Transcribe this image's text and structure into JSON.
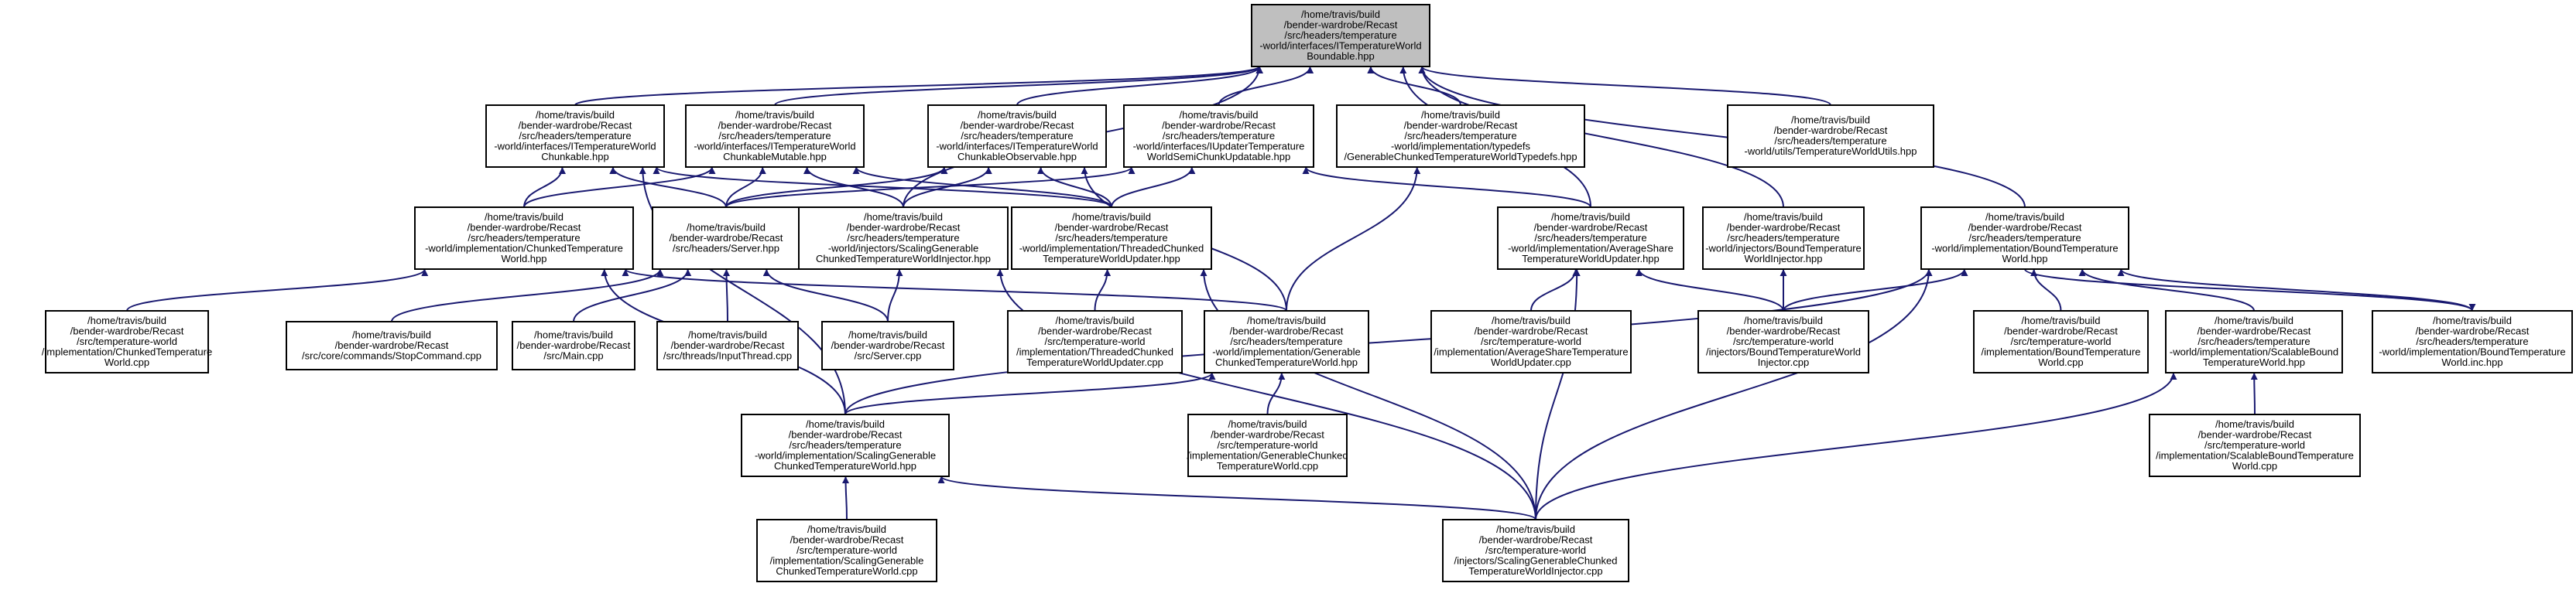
{
  "nodes": [
    {
      "id": "root",
      "lines": [
        "/home/travis/build",
        "/bender-wardrobe/Recast",
        "/src/headers/temperature",
        "-world/interfaces/ITemperatureWorld",
        "Boundable.hpp"
      ]
    },
    {
      "id": "chunkable_h",
      "lines": [
        "/home/travis/build",
        "/bender-wardrobe/Recast",
        "/src/headers/temperature",
        "-world/interfaces/ITemperatureWorld",
        "Chunkable.hpp"
      ]
    },
    {
      "id": "chunkable_mutable_h",
      "lines": [
        "/home/travis/build",
        "/bender-wardrobe/Recast",
        "/src/headers/temperature",
        "-world/interfaces/ITemperatureWorld",
        "ChunkableMutable.hpp"
      ]
    },
    {
      "id": "chunkable_observable_h",
      "lines": [
        "/home/travis/build",
        "/bender-wardrobe/Recast",
        "/src/headers/temperature",
        "-world/interfaces/ITemperatureWorld",
        "ChunkableObservable.hpp"
      ]
    },
    {
      "id": "semichunk_updatable_h",
      "lines": [
        "/home/travis/build",
        "/bender-wardrobe/Recast",
        "/src/headers/temperature",
        "-world/interfaces/IUpdaterTemperature",
        "WorldSemiChunkUpdatable.hpp"
      ]
    },
    {
      "id": "typedefs_h",
      "lines": [
        "/home/travis/build",
        "/bender-wardrobe/Recast",
        "/src/headers/temperature",
        "-world/implementation/typedefs",
        "/GenerableChunkedTemperatureWorldTypedefs.hpp"
      ]
    },
    {
      "id": "utils_h",
      "lines": [
        "/home/travis/build",
        "/bender-wardrobe/Recast",
        "/src/headers/temperature",
        "-world/utils/TemperatureWorldUtils.hpp"
      ]
    },
    {
      "id": "chunked_world_h",
      "lines": [
        "/home/travis/build",
        "/bender-wardrobe/Recast",
        "/src/headers/temperature",
        "-world/implementation/ChunkedTemperature",
        "World.hpp"
      ]
    },
    {
      "id": "server_h",
      "lines": [
        "/home/travis/build",
        "/bender-wardrobe/Recast",
        "/src/headers/Server.hpp"
      ]
    },
    {
      "id": "scaling_injector_h",
      "lines": [
        "/home/travis/build",
        "/bender-wardrobe/Recast",
        "/src/headers/temperature",
        "-world/injectors/ScalingGenerable",
        "ChunkedTemperatureWorldInjector.hpp"
      ]
    },
    {
      "id": "threaded_updater_h",
      "lines": [
        "/home/travis/build",
        "/bender-wardrobe/Recast",
        "/src/headers/temperature",
        "-world/implementation/ThreadedChunked",
        "TemperatureWorldUpdater.hpp"
      ]
    },
    {
      "id": "avgshare_updater_h",
      "lines": [
        "/home/travis/build",
        "/bender-wardrobe/Recast",
        "/src/headers/temperature",
        "-world/implementation/AverageShare",
        "TemperatureWorldUpdater.hpp"
      ]
    },
    {
      "id": "bound_injector_h",
      "lines": [
        "/home/travis/build",
        "/bender-wardrobe/Recast",
        "/src/headers/temperature",
        "-world/injectors/BoundTemperature",
        "WorldInjector.hpp"
      ]
    },
    {
      "id": "bound_world_h",
      "lines": [
        "/home/travis/build",
        "/bender-wardrobe/Recast",
        "/src/headers/temperature",
        "-world/implementation/BoundTemperature",
        "World.hpp"
      ]
    },
    {
      "id": "chunked_world_cpp",
      "lines": [
        "/home/travis/build",
        "/bender-wardrobe/Recast",
        "/src/temperature-world",
        "/implementation/ChunkedTemperature",
        "World.cpp"
      ]
    },
    {
      "id": "stopcommand_cpp",
      "lines": [
        "/home/travis/build",
        "/bender-wardrobe/Recast",
        "/src/core/commands/StopCommand.cpp"
      ]
    },
    {
      "id": "main_cpp",
      "lines": [
        "/home/travis/build",
        "/bender-wardrobe/Recast",
        "/src/Main.cpp"
      ]
    },
    {
      "id": "inputthread_cpp",
      "lines": [
        "/home/travis/build",
        "/bender-wardrobe/Recast",
        "/src/threads/InputThread.cpp"
      ]
    },
    {
      "id": "server_cpp",
      "lines": [
        "/home/travis/build",
        "/bender-wardrobe/Recast",
        "/src/Server.cpp"
      ]
    },
    {
      "id": "threaded_updater_cpp",
      "lines": [
        "/home/travis/build",
        "/bender-wardrobe/Recast",
        "/src/temperature-world",
        "/implementation/ThreadedChunked",
        "TemperatureWorldUpdater.cpp"
      ]
    },
    {
      "id": "generable_chunked_h",
      "lines": [
        "/home/travis/build",
        "/bender-wardrobe/Recast",
        "/src/headers/temperature",
        "-world/implementation/Generable",
        "ChunkedTemperatureWorld.hpp"
      ]
    },
    {
      "id": "avgshare_updater_cpp",
      "lines": [
        "/home/travis/build",
        "/bender-wardrobe/Recast",
        "/src/temperature-world",
        "/implementation/AverageShareTemperature",
        "WorldUpdater.cpp"
      ]
    },
    {
      "id": "bound_injector_cpp",
      "lines": [
        "/home/travis/build",
        "/bender-wardrobe/Recast",
        "/src/temperature-world",
        "/injectors/BoundTemperatureWorld",
        "Injector.cpp"
      ]
    },
    {
      "id": "bound_world_cpp",
      "lines": [
        "/home/travis/build",
        "/bender-wardrobe/Recast",
        "/src/temperature-world",
        "/implementation/BoundTemperature",
        "World.cpp"
      ]
    },
    {
      "id": "scalable_bound_h",
      "lines": [
        "/home/travis/build",
        "/bender-wardrobe/Recast",
        "/src/headers/temperature",
        "-world/implementation/ScalableBound",
        "TemperatureWorld.hpp"
      ]
    },
    {
      "id": "bound_world_inc_h",
      "lines": [
        "/home/travis/build",
        "/bender-wardrobe/Recast",
        "/src/headers/temperature",
        "-world/implementation/BoundTemperature",
        "World.inc.hpp"
      ]
    },
    {
      "id": "scaling_generable_h",
      "lines": [
        "/home/travis/build",
        "/bender-wardrobe/Recast",
        "/src/headers/temperature",
        "-world/implementation/ScalingGenerable",
        "ChunkedTemperatureWorld.hpp"
      ]
    },
    {
      "id": "generable_chunked_cpp",
      "lines": [
        "/home/travis/build",
        "/bender-wardrobe/Recast",
        "/src/temperature-world",
        "/implementation/GenerableChunked",
        "TemperatureWorld.cpp"
      ]
    },
    {
      "id": "scalable_bound_cpp",
      "lines": [
        "/home/travis/build",
        "/bender-wardrobe/Recast",
        "/src/temperature-world",
        "/implementation/ScalableBoundTemperature",
        "World.cpp"
      ]
    },
    {
      "id": "scaling_generable_cpp",
      "lines": [
        "/home/travis/build",
        "/bender-wardrobe/Recast",
        "/src/temperature-world",
        "/implementation/ScalingGenerable",
        "ChunkedTemperatureWorld.cpp"
      ]
    },
    {
      "id": "scaling_injector_cpp",
      "lines": [
        "/home/travis/build",
        "/bender-wardrobe/Recast",
        "/src/temperature-world",
        "/injectors/ScalingGenerableChunked",
        "TemperatureWorldInjector.cpp"
      ]
    }
  ],
  "edges": [
    [
      "chunkable_h",
      "root"
    ],
    [
      "chunkable_mutable_h",
      "root"
    ],
    [
      "chunkable_observable_h",
      "root"
    ],
    [
      "semichunk_updatable_h",
      "root"
    ],
    [
      "typedefs_h",
      "root"
    ],
    [
      "utils_h",
      "root"
    ],
    [
      "scaling_injector_h",
      "root"
    ],
    [
      "avgshare_updater_h",
      "root"
    ],
    [
      "bound_injector_h",
      "root"
    ],
    [
      "bound_world_h",
      "root"
    ],
    [
      "chunked_world_h",
      "chunkable_h"
    ],
    [
      "server_h",
      "chunkable_h"
    ],
    [
      "threaded_updater_h",
      "chunkable_h"
    ],
    [
      "scaling_generable_h",
      "chunkable_h"
    ],
    [
      "chunked_world_h",
      "chunkable_mutable_h"
    ],
    [
      "server_h",
      "chunkable_mutable_h"
    ],
    [
      "scaling_injector_h",
      "chunkable_mutable_h"
    ],
    [
      "threaded_updater_h",
      "chunkable_mutable_h"
    ],
    [
      "server_h",
      "chunkable_observable_h"
    ],
    [
      "scaling_injector_h",
      "chunkable_observable_h"
    ],
    [
      "threaded_updater_h",
      "chunkable_observable_h"
    ],
    [
      "generable_chunked_h",
      "chunkable_observable_h"
    ],
    [
      "server_h",
      "semichunk_updatable_h"
    ],
    [
      "threaded_updater_h",
      "semichunk_updatable_h"
    ],
    [
      "avgshare_updater_h",
      "semichunk_updatable_h"
    ],
    [
      "generable_chunked_h",
      "typedefs_h"
    ],
    [
      "chunked_world_cpp",
      "chunked_world_h"
    ],
    [
      "generable_chunked_h",
      "chunked_world_h"
    ],
    [
      "scaling_generable_h",
      "chunked_world_h"
    ],
    [
      "stopcommand_cpp",
      "server_h"
    ],
    [
      "main_cpp",
      "server_h"
    ],
    [
      "inputthread_cpp",
      "server_h"
    ],
    [
      "server_cpp",
      "server_h"
    ],
    [
      "server_cpp",
      "scaling_injector_h"
    ],
    [
      "scaling_injector_cpp",
      "scaling_injector_h"
    ],
    [
      "threaded_updater_cpp",
      "threaded_updater_h"
    ],
    [
      "scaling_injector_cpp",
      "threaded_updater_h"
    ],
    [
      "avgshare_updater_cpp",
      "avgshare_updater_h"
    ],
    [
      "bound_injector_cpp",
      "avgshare_updater_h"
    ],
    [
      "scaling_injector_cpp",
      "avgshare_updater_h"
    ],
    [
      "bound_injector_cpp",
      "bound_injector_h"
    ],
    [
      "bound_injector_cpp",
      "bound_world_h"
    ],
    [
      "bound_world_cpp",
      "bound_world_h"
    ],
    [
      "scalable_bound_h",
      "bound_world_h"
    ],
    [
      "bound_world_inc_h",
      "bound_world_h"
    ],
    [
      "scaling_generable_h",
      "bound_world_h"
    ],
    [
      "scaling_injector_cpp",
      "bound_world_h"
    ],
    [
      "bound_world_h",
      "bound_world_inc_h"
    ],
    [
      "scalable_bound_cpp",
      "scalable_bound_h"
    ],
    [
      "scaling_injector_cpp",
      "scalable_bound_h"
    ],
    [
      "generable_chunked_cpp",
      "generable_chunked_h"
    ],
    [
      "scaling_generable_h",
      "generable_chunked_h"
    ],
    [
      "scaling_generable_cpp",
      "scaling_generable_h"
    ],
    [
      "scaling_injector_cpp",
      "scaling_generable_h"
    ]
  ]
}
